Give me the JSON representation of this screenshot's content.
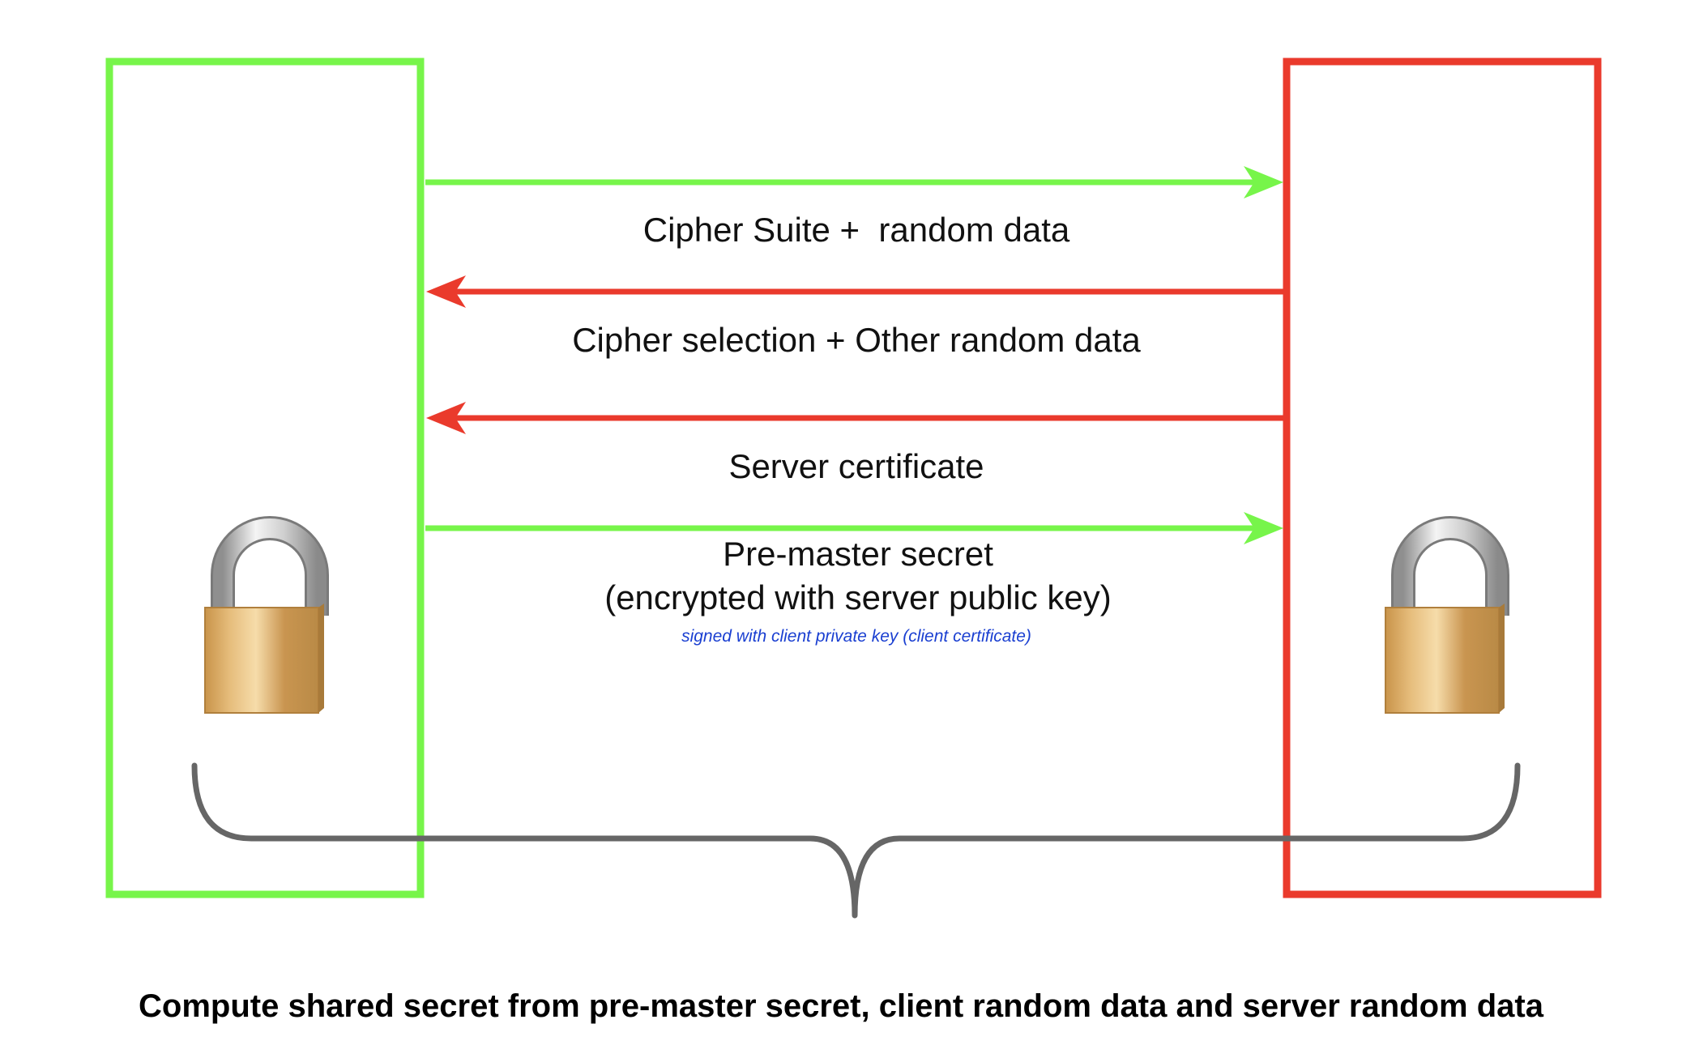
{
  "colors": {
    "client": "#77f54a",
    "server": "#ea3a2c",
    "brace": "#666666",
    "note": "#1a3fd1",
    "lock_body": "#d9a95e",
    "lock_shackle": "#b9b9b9"
  },
  "messages": [
    {
      "direction": "client-to-server",
      "color": "client",
      "label": "Cipher Suite +  random data"
    },
    {
      "direction": "server-to-client",
      "color": "server",
      "label": "Cipher selection + Other random data"
    },
    {
      "direction": "server-to-client",
      "color": "server",
      "label": "Server certificate"
    },
    {
      "direction": "client-to-server",
      "color": "client",
      "label_line1": "Pre-master secret",
      "label_line2": "(encrypted with server public key)",
      "note": "signed with client private key (client certificate)"
    }
  ],
  "icons": {
    "client_lock": "padlock-icon",
    "server_lock": "padlock-icon"
  },
  "caption": "Compute shared secret from pre-master secret, client random data and server random data"
}
